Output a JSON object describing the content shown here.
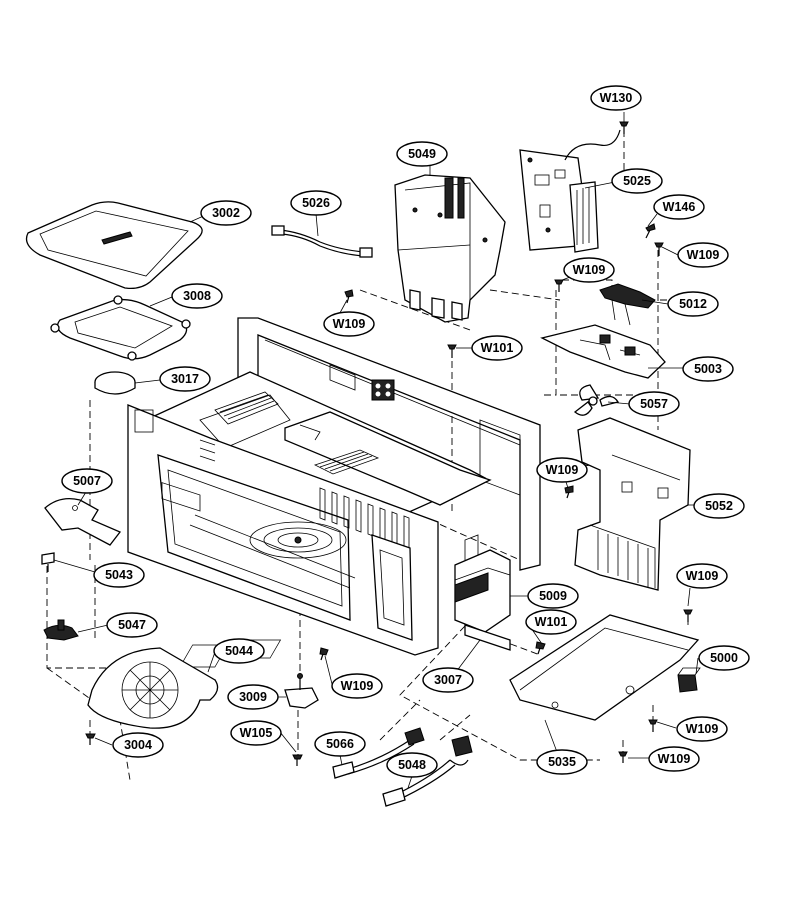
{
  "diagram": {
    "callouts": [
      {
        "id": "W130",
        "label": "W130"
      },
      {
        "id": "5049",
        "label": "5049"
      },
      {
        "id": "5025",
        "label": "5025"
      },
      {
        "id": "3002",
        "label": "3002"
      },
      {
        "id": "5026",
        "label": "5026"
      },
      {
        "id": "W146",
        "label": "W146"
      },
      {
        "id": "W109-a",
        "label": "W109"
      },
      {
        "id": "W109-b",
        "label": "W109"
      },
      {
        "id": "3008",
        "label": "3008"
      },
      {
        "id": "5012",
        "label": "5012"
      },
      {
        "id": "W109-c",
        "label": "W109"
      },
      {
        "id": "W101-a",
        "label": "W101"
      },
      {
        "id": "5003",
        "label": "5003"
      },
      {
        "id": "3017",
        "label": "3017"
      },
      {
        "id": "5057",
        "label": "5057"
      },
      {
        "id": "W109-d",
        "label": "W109"
      },
      {
        "id": "5007",
        "label": "5007"
      },
      {
        "id": "5052",
        "label": "5052"
      },
      {
        "id": "5043",
        "label": "5043"
      },
      {
        "id": "W109-e",
        "label": "W109"
      },
      {
        "id": "5009",
        "label": "5009"
      },
      {
        "id": "5047",
        "label": "5047"
      },
      {
        "id": "W101-b",
        "label": "W101"
      },
      {
        "id": "5044",
        "label": "5044"
      },
      {
        "id": "5000",
        "label": "5000"
      },
      {
        "id": "3007",
        "label": "3007"
      },
      {
        "id": "W109-f",
        "label": "W109"
      },
      {
        "id": "3009",
        "label": "3009"
      },
      {
        "id": "W109-g",
        "label": "W109"
      },
      {
        "id": "W105",
        "label": "W105"
      },
      {
        "id": "3004",
        "label": "3004"
      },
      {
        "id": "5066",
        "label": "5066"
      },
      {
        "id": "5035",
        "label": "5035"
      },
      {
        "id": "W109-h",
        "label": "W109"
      },
      {
        "id": "5048",
        "label": "5048"
      }
    ]
  }
}
